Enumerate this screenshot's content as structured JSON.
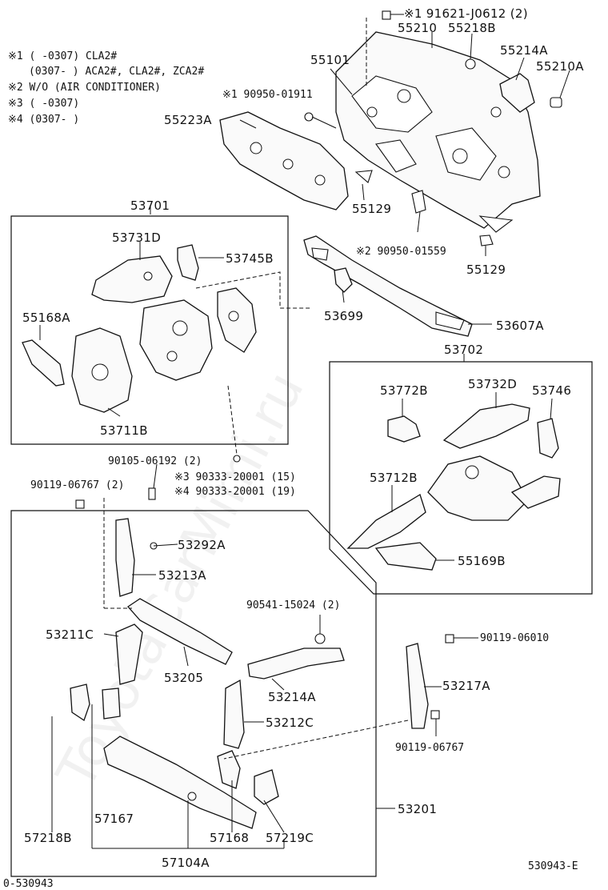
{
  "notes": {
    "n1a": "※1 (     -0307) CLA2#",
    "n1b": "(0307-      ) ACA2#, CLA2#, ZCA2#",
    "n2": "※2 W/O (AIR CONDITIONER)",
    "n3": "※3 (      -0307)",
    "n4": "※4 (0307-      )"
  },
  "labels": {
    "p91621": "※1 91621-J0612 (2)",
    "p55210": "55210",
    "p55218B": "55218B",
    "p55214A": "55214A",
    "p55210A": "55210A",
    "p55101": "55101",
    "p90950a": "※1 90950-01911",
    "p55223A": "55223A",
    "p55129a": "55129",
    "p90950b": "※2 90950-01559",
    "p55129b": "55129",
    "p53701": "53701",
    "p53731D": "53731D",
    "p53745B": "53745B",
    "p55168A": "55168A",
    "p53711B": "53711B",
    "p53699": "53699",
    "p53607A": "53607A",
    "p53702": "53702",
    "p53772B": "53772B",
    "p53732D": "53732D",
    "p53746": "53746",
    "p53712B": "53712B",
    "p55169B": "55169B",
    "p90105": "90105-06192 (2)",
    "p90119a": "90119-06767 (2)",
    "p90333a": "※3 90333-20001 (15)",
    "p90333b": "※4 90333-20001 (19)",
    "p53292A": "53292A",
    "p53213A": "53213A",
    "p90541": "90541-15024 (2)",
    "p53211C": "53211C",
    "p53205": "53205",
    "p53214A": "53214A",
    "p90119b": "90119-06010",
    "p53217A": "53217A",
    "p53212C": "53212C",
    "p90119c": "90119-06767",
    "p53201": "53201",
    "p57167": "57167",
    "p57218B": "57218B",
    "p57168": "57168",
    "p57219C": "57219C",
    "p57104A": "57104A"
  },
  "footer": {
    "left": "0-530943",
    "right": "530943-E"
  },
  "watermark": "ToyotaCarMimi.ru"
}
